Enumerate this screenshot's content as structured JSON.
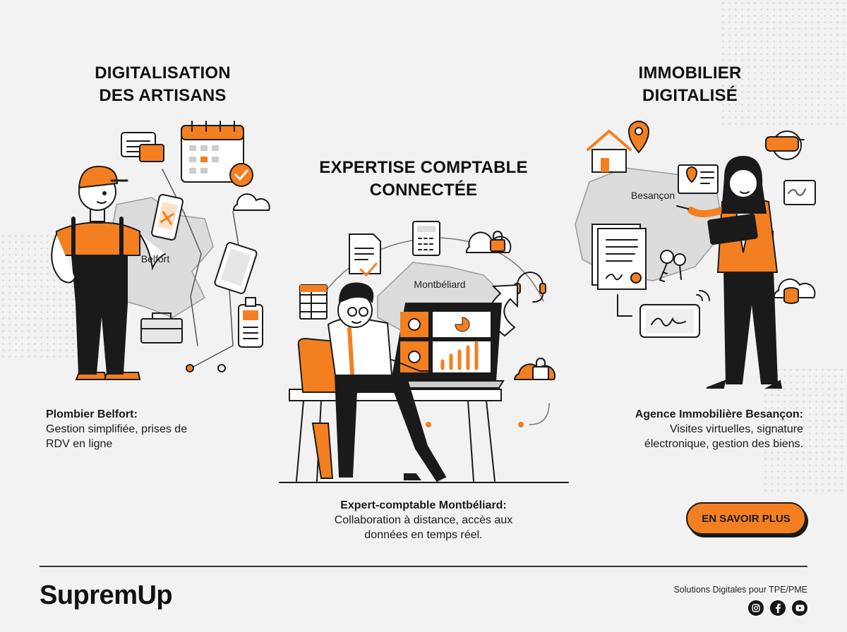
{
  "sections": [
    {
      "heading": [
        "DIGITALISATION",
        "DES ARTISANS"
      ],
      "map_label": "Belfort",
      "caption_title": "Plombier Belfort:",
      "caption_lines": [
        "Gestion simplifiée, prises de",
        "RDV en ligne"
      ]
    },
    {
      "heading": [
        "EXPERTISE COMPTABLE",
        "CONNECTÉE"
      ],
      "map_label": "Montbéliard",
      "caption_title": "Expert-comptable Montbéliard:",
      "caption_lines": [
        "Collaboration à distance, accès aux",
        "données en temps réel."
      ]
    },
    {
      "heading": [
        "IMMOBILIER",
        "DIGITALISÉ"
      ],
      "map_label": "Besançon",
      "caption_title": "Agence Immobilière Besançon:",
      "caption_lines": [
        "Visites virtuelles, signature",
        "électronique, gestion des biens."
      ]
    }
  ],
  "cta": {
    "label": "EN SAVOIR PLUS"
  },
  "footer": {
    "brand": "SupremUp",
    "tagline": "Solutions Digitales pour TPE/PME",
    "socials": [
      "instagram-icon",
      "facebook-icon",
      "youtube-icon"
    ]
  },
  "colors": {
    "accent": "#f47f20",
    "ink": "#1a1a1a",
    "background": "#f2f2f2",
    "map": "#dcdcdc"
  }
}
